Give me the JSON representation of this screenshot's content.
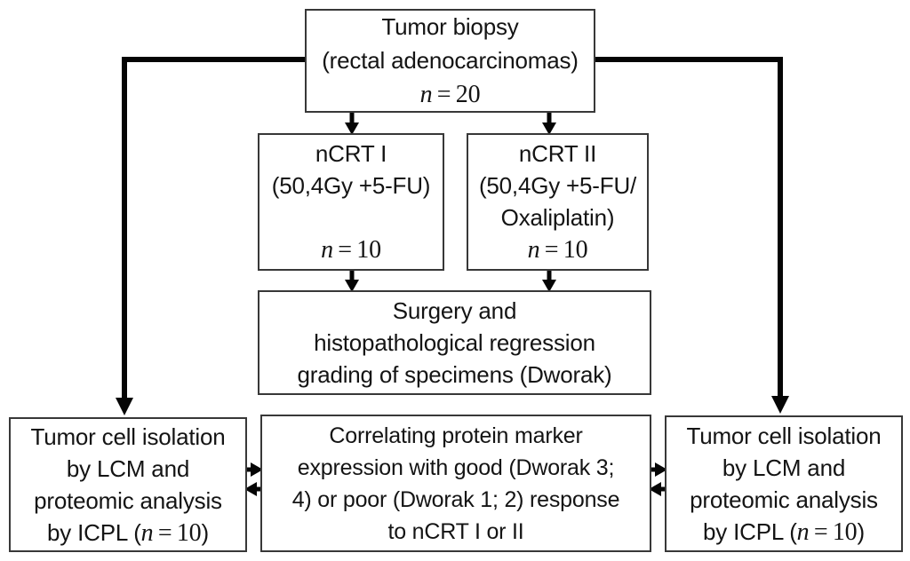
{
  "diagram": {
    "title": "Study design flowchart: proteomic analysis of rectal adenocarcinoma response to nCRT",
    "colors": {
      "background": "#ffffff",
      "box_border": "#383838",
      "text": "#141414",
      "arrow": "#050505"
    },
    "boxes": [
      {
        "id": "tumor-biopsy",
        "lines": [
          "Tumor biopsy",
          "(rectal adenocarcinomas)",
          "n = 20"
        ]
      },
      {
        "id": "ncrt-1",
        "lines": [
          "nCRT I",
          "(50,4Gy +5-FU)",
          "",
          "n = 10"
        ]
      },
      {
        "id": "ncrt-2",
        "lines": [
          "nCRT II",
          "(50,4Gy +5-FU/",
          "Oxaliplatin)",
          "n = 10"
        ]
      },
      {
        "id": "surgery",
        "lines": [
          "Surgery and",
          "histopathological regression",
          "grading of specimens (Dworak)"
        ]
      },
      {
        "id": "lcm-left",
        "lines": [
          "Tumor cell isolation",
          "by LCM and",
          "proteomic analysis",
          "by ICPL (n = 10)"
        ]
      },
      {
        "id": "correlation",
        "lines": [
          "Correlating protein marker",
          "expression with good (Dworak 3;",
          "4) or poor (Dworak 1; 2) response",
          "to nCRT I or II"
        ]
      },
      {
        "id": "lcm-right",
        "lines": [
          "Tumor cell isolation",
          "by LCM and",
          "proteomic analysis",
          "by ICPL (n = 10)"
        ]
      }
    ],
    "connections": [
      "tumor-biopsy -> ncrt-1",
      "tumor-biopsy -> ncrt-2",
      "ncrt-1 -> surgery",
      "ncrt-2 -> surgery",
      "tumor-biopsy -> lcm-left (thick routed arrow)",
      "tumor-biopsy -> lcm-right (thick routed arrow)",
      "lcm-left <-> correlation (double arrows)",
      "correlation <-> lcm-right (double arrows)"
    ]
  }
}
